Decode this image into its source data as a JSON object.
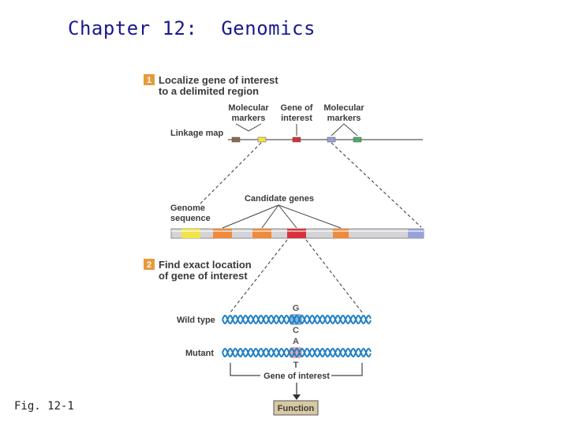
{
  "slide": {
    "title": "Chapter 12:  Genomics",
    "fig_caption": "Fig. 12-1"
  },
  "step1": {
    "number": "1",
    "line1": "Localize gene of interest",
    "line2": "to a delimited region"
  },
  "linkage": {
    "marker_left_line1": "Molecular",
    "marker_left_line2": "markers",
    "gene_line1": "Gene of",
    "gene_line2": "interest",
    "marker_right_line1": "Molecular",
    "marker_right_line2": "markers",
    "map_label": "Linkage map",
    "colors": {
      "marker_brown": "#8b6a4e",
      "marker_yellow": "#f5e04a",
      "gene_red": "#d6303a",
      "marker_blue": "#9aa0d4",
      "marker_green": "#4daa6a"
    }
  },
  "genome": {
    "candidate_label": "Candidate genes",
    "seq_line1": "Genome",
    "seq_line2": "sequence",
    "colors": {
      "bar_gray": "#d4d4d8",
      "yellow": "#f2e24a",
      "orange": "#ef8a3c",
      "red": "#d8323e",
      "blue_end": "#9aa0d8"
    }
  },
  "step2": {
    "number": "2",
    "line1": "Find exact location",
    "line2": "of gene of interest"
  },
  "dna": {
    "wild_label": "Wild type",
    "mutant_label": "Mutant",
    "base_G": "G",
    "base_C": "C",
    "base_A": "A",
    "base_T": "T",
    "gene_label": "Gene of interest",
    "function_label": "Function",
    "colors": {
      "helix": "#1f7fc4",
      "wild_highlight": "#8fb4d8",
      "mutant_highlight": "#e4a6aa",
      "function_box": "#d9c9a3"
    }
  }
}
